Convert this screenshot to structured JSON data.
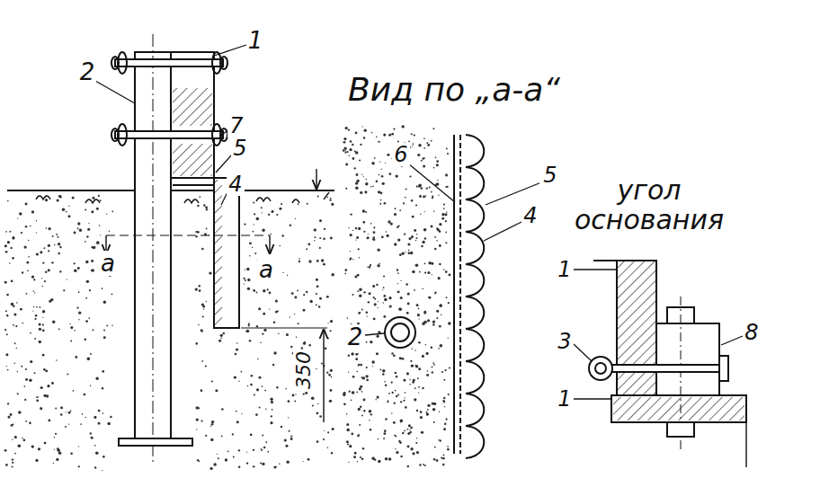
{
  "diagram": {
    "labels": [
      "1",
      "2",
      "7",
      "5",
      "4",
      "Вид по „а-а“",
      "угол основания",
      "6",
      "5",
      "4",
      "а",
      "а",
      "2",
      "1",
      "3",
      "8",
      "350",
      "1"
    ]
  }
}
